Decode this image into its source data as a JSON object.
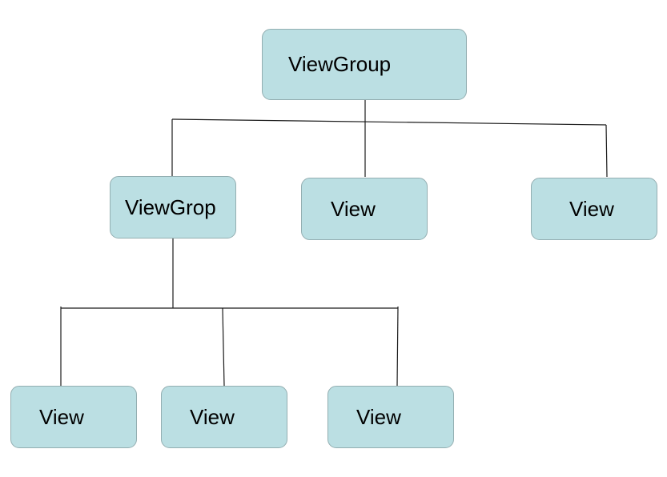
{
  "diagram": {
    "root": {
      "label": "ViewGroup"
    },
    "level1": [
      {
        "label": "ViewGrop"
      },
      {
        "label": "View"
      },
      {
        "label": "View"
      }
    ],
    "level2": [
      {
        "label": "View"
      },
      {
        "label": "View"
      },
      {
        "label": "View"
      }
    ],
    "colors": {
      "node_fill": "#bbdfe3",
      "node_border": "#93aeb1",
      "connector": "#1a1a1a"
    }
  }
}
